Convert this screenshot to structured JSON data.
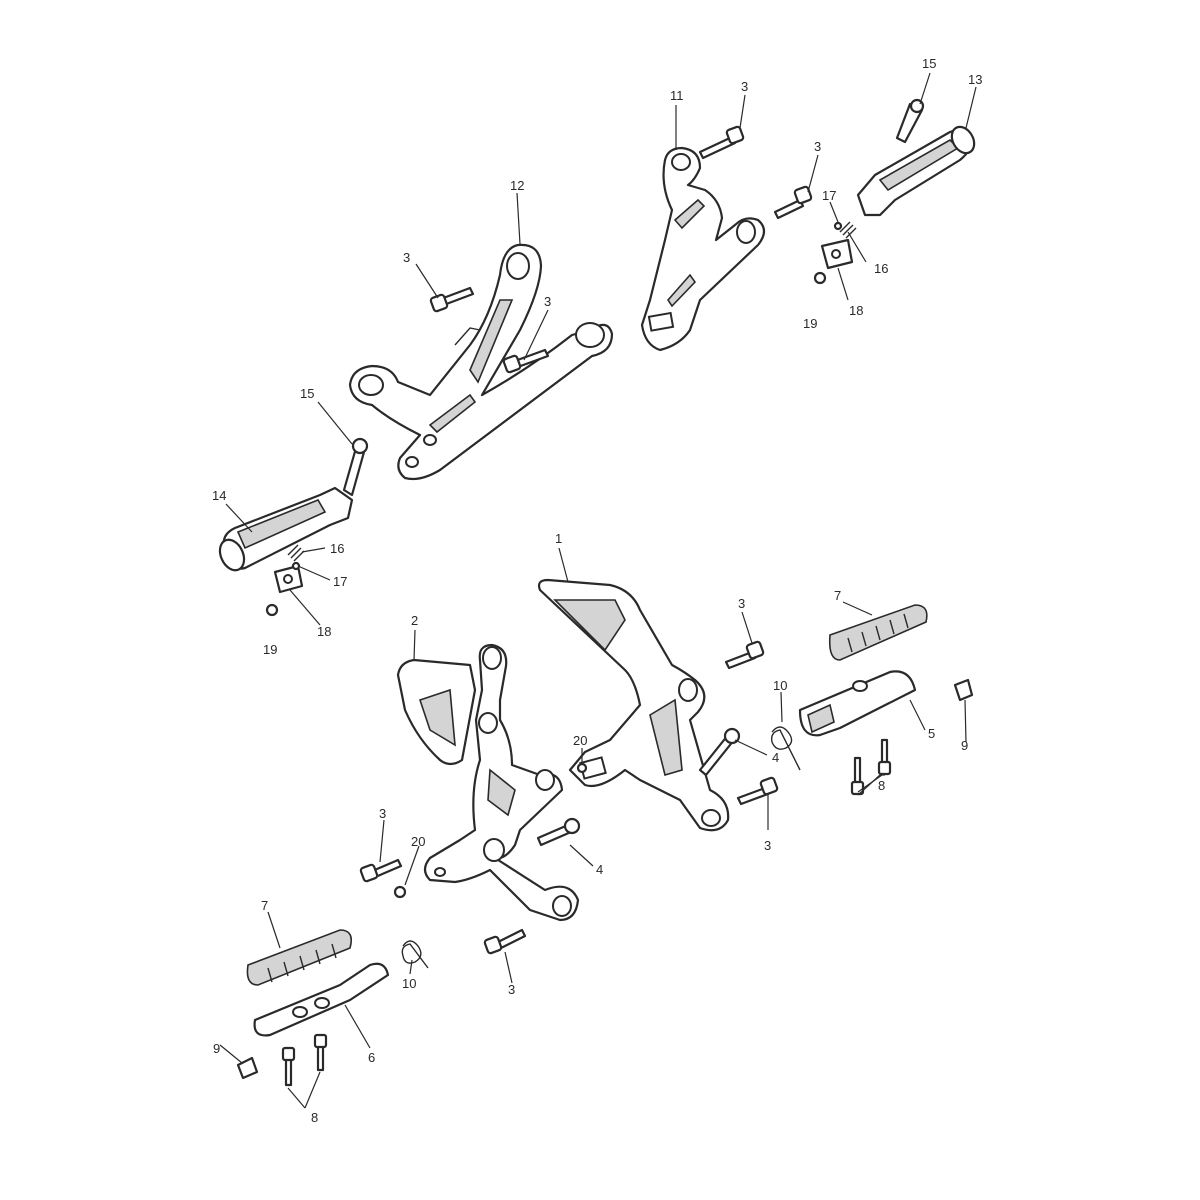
{
  "diagram": {
    "part_numbers": {
      "p1": "1",
      "p2": "2",
      "p3": "3",
      "p4": "4",
      "p5": "5",
      "p6": "6",
      "p7": "7",
      "p8": "8",
      "p9": "9",
      "p10": "10",
      "p11": "11",
      "p12": "12",
      "p13": "13",
      "p14": "14",
      "p15": "15",
      "p16": "16",
      "p17": "17",
      "p18": "18",
      "p19": "19",
      "p20": "20"
    },
    "line_color": "#2a2a2a",
    "background": "#ffffff"
  }
}
